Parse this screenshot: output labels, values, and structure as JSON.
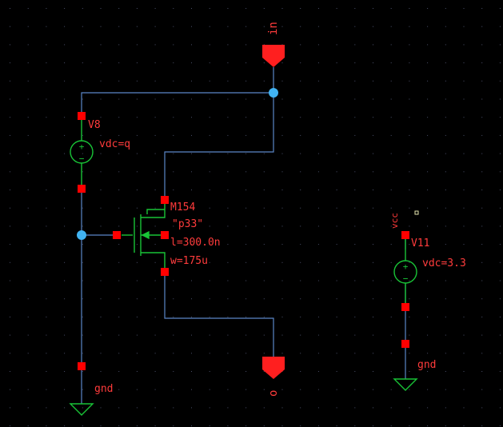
{
  "colors": {
    "background": "#000000",
    "grid_dot": "#4a4f6a",
    "wire": "#5b87c8",
    "pin": "#ff0000",
    "junction": "#41b3f2",
    "device": "#19c437",
    "label": "#ff3b3b",
    "port": "#ff1f1f",
    "selection": "#e6e6b0"
  },
  "ports": {
    "in_label": "in",
    "out_label": "o"
  },
  "v8": {
    "name": "V8",
    "param": "vdc=q",
    "plus": "+",
    "minus": "−"
  },
  "m154": {
    "name": "M154",
    "model": "\"p33\"",
    "param_l": "l=300.0n",
    "param_w": "w=175u"
  },
  "v11": {
    "name": "V11",
    "param": "vdc=3.3",
    "net": "vcc",
    "plus": "+",
    "minus": "−"
  },
  "ground": {
    "left_label": "gnd",
    "right_label": "gnd"
  }
}
